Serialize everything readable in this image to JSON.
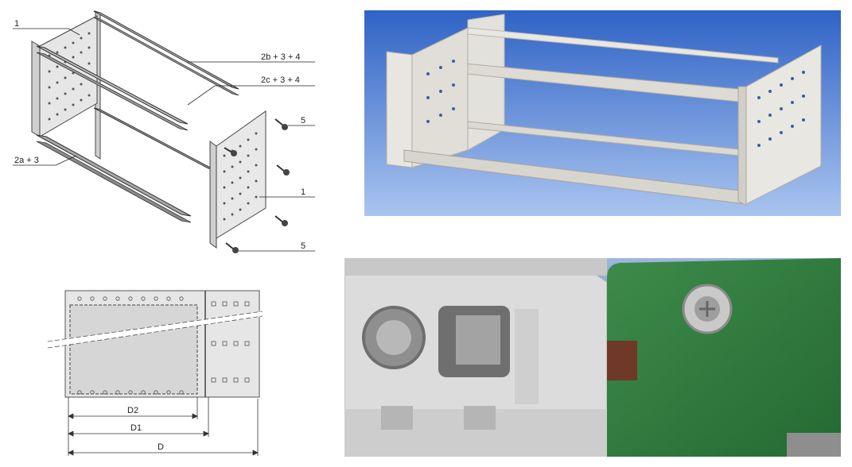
{
  "exploded_view": {
    "labels": {
      "side_panel_top": "1",
      "rail_top": "2b + 3 + 4",
      "rail_mid": "2c + 3 + 4",
      "screw_top": "5",
      "rail_bottom": "2a + 3",
      "side_panel_right": "1",
      "screw_bottom": "5"
    }
  },
  "dimension_view": {
    "labels": {
      "d2": "D2",
      "d1": "D1",
      "d": "D"
    }
  },
  "colors": {
    "photo_bg_top": "#2f63c6",
    "photo_bg_bottom": "#a9c4ef",
    "metal": "#d9d6cf",
    "pcb_green": "#2f7d3d",
    "panel_gray": "#dcdcdc"
  }
}
